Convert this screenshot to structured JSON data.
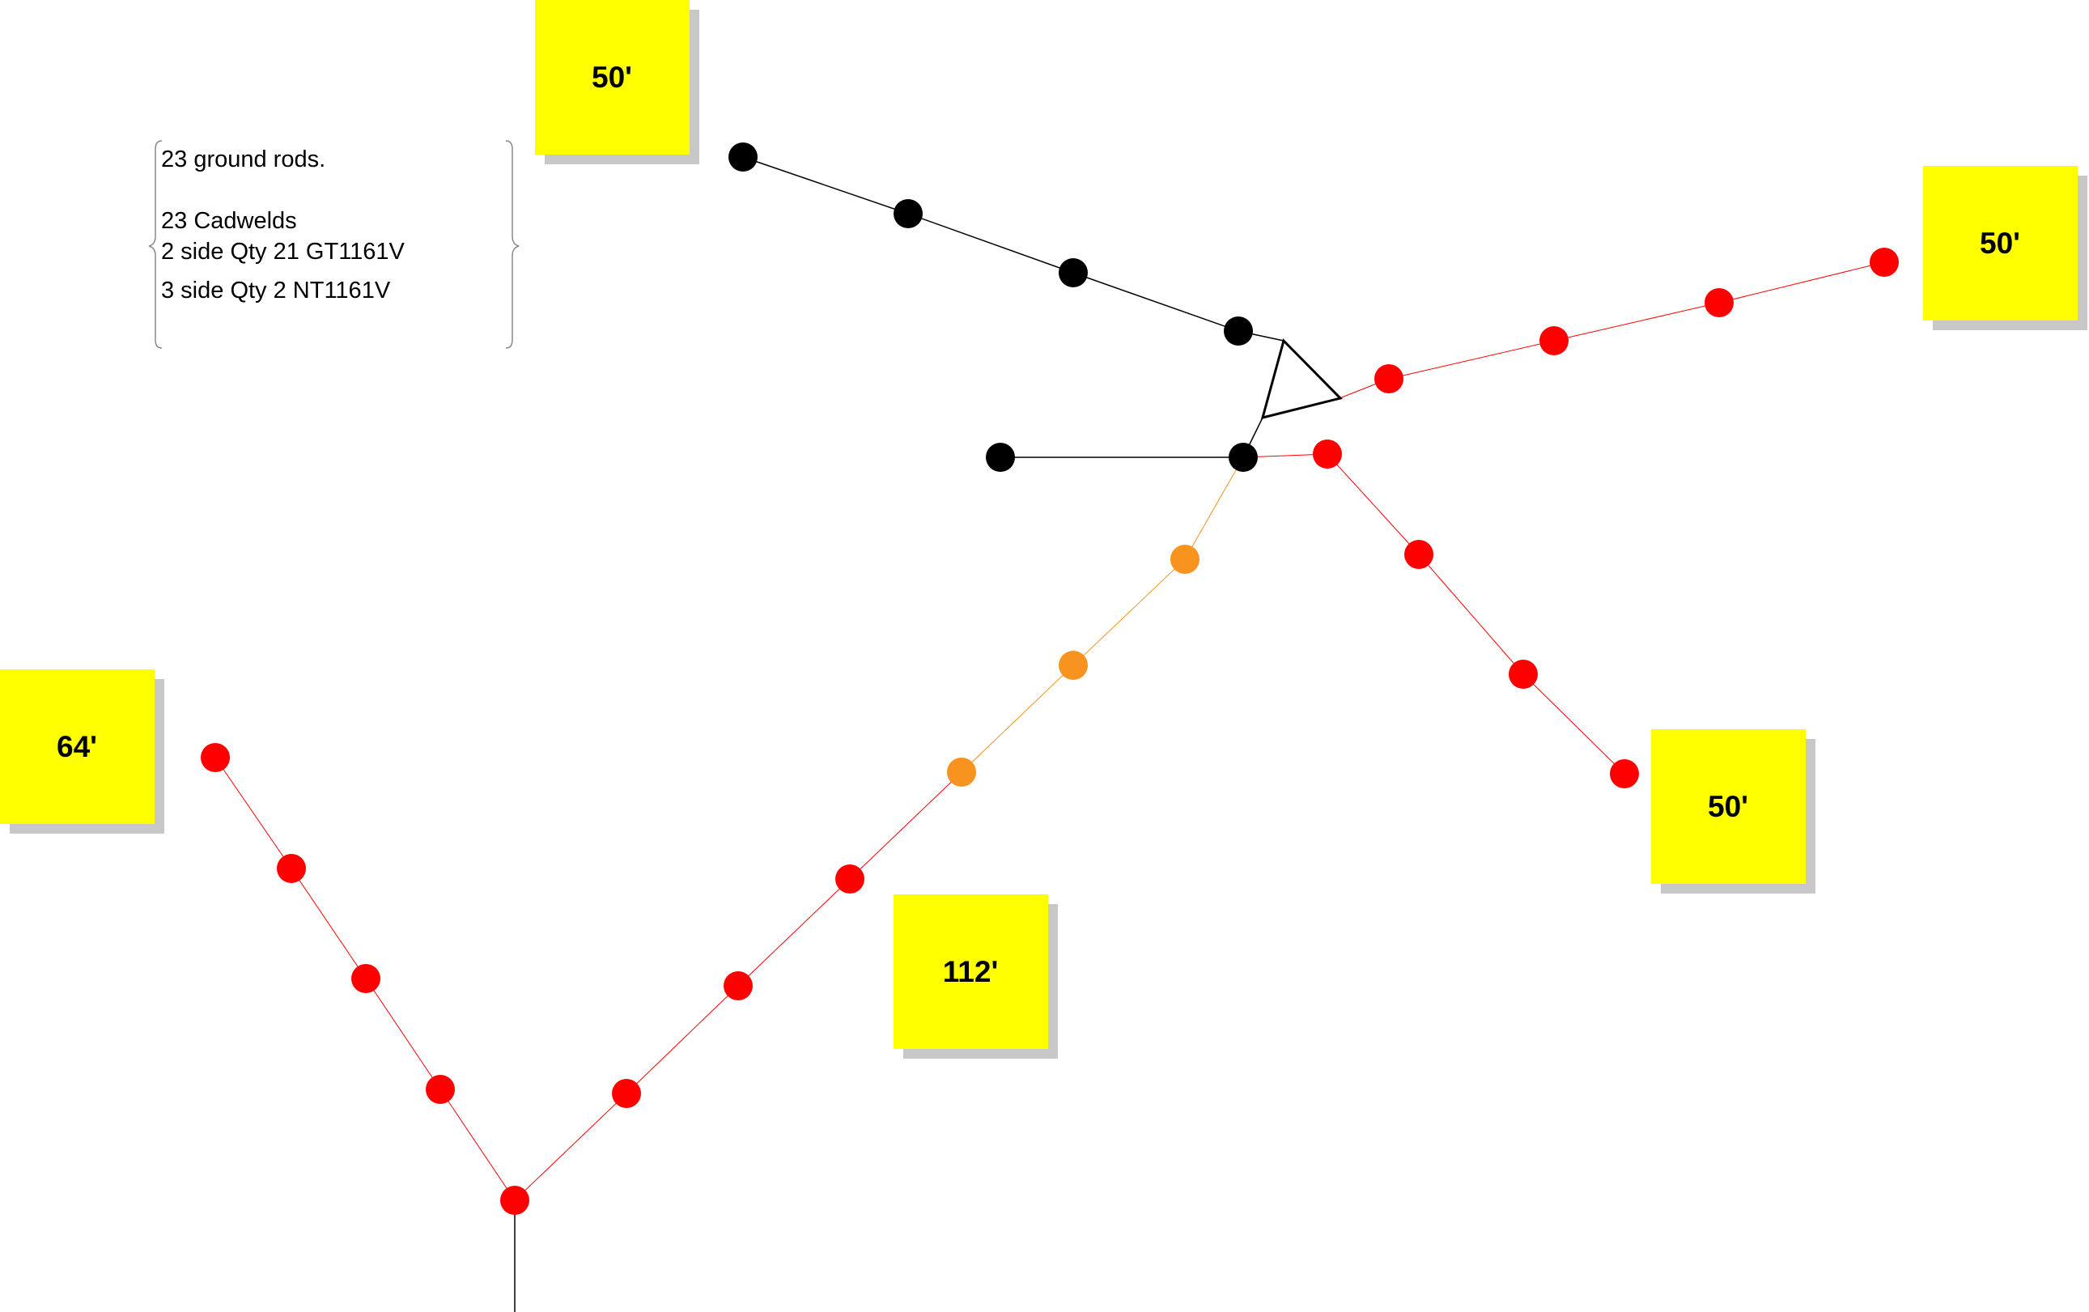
{
  "colors": {
    "background": "#ffffff",
    "black_segment": "#000000",
    "red_segment": "#ff0000",
    "orange_segment": "#f7931e",
    "sticky_note": "#ffff00",
    "sticky_shadow": "#c8c8c8"
  },
  "notes": {
    "materials": [
      "23 ground rods.",
      "23 Cadwelds",
      "2 side Qty 21 GT1161V",
      "3 side Qty 2 NT1161V"
    ]
  },
  "length_labels": {
    "top_black_run": "50'",
    "right_red_run": "50'",
    "lower_right_red_run": "50'",
    "diagonal_run": "112'",
    "left_red_run": "64'"
  },
  "legend_symbol": "triangle-meter-icon"
}
